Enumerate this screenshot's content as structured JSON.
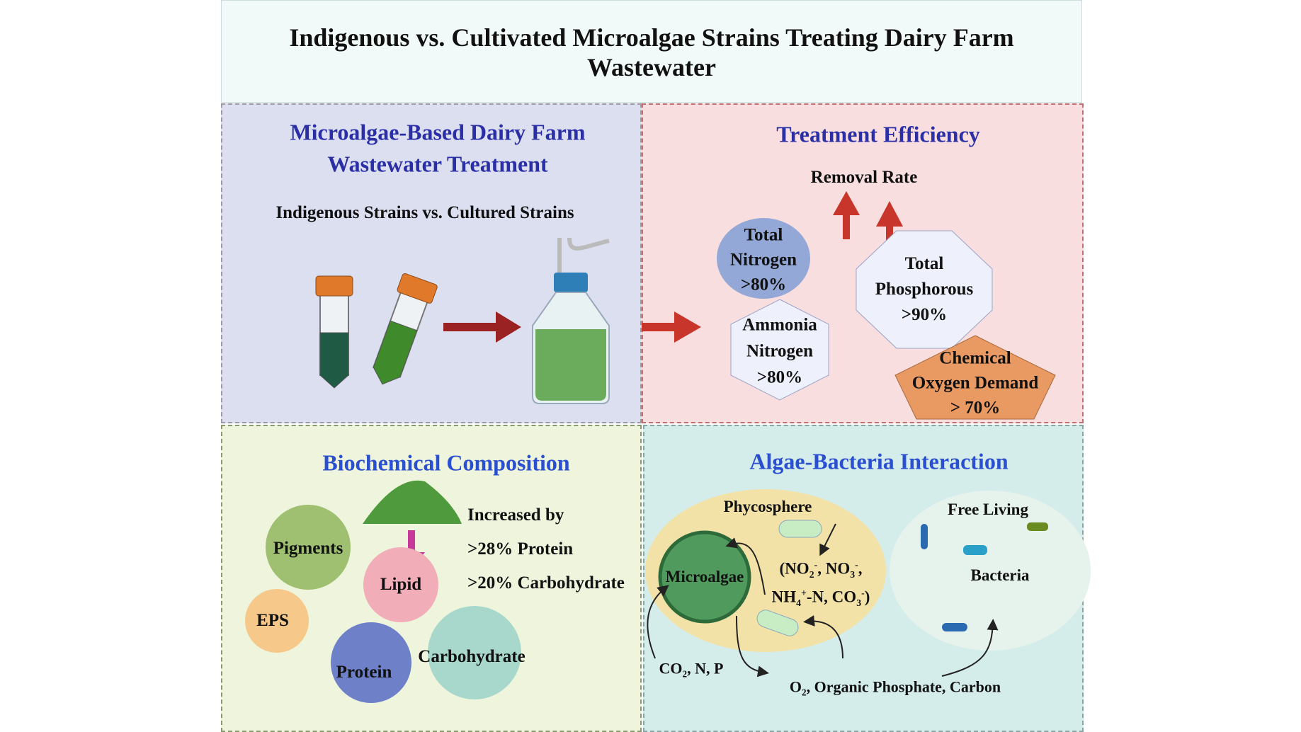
{
  "title": {
    "line1": "Indigenous vs. Cultivated Microalgae Strains Treating Dairy Farm",
    "line2": "Wastewater"
  },
  "colors": {
    "title_bg": "#f1faf8",
    "treatment_bg": "#dcdff0",
    "efficiency_bg": "#f8dede",
    "biochem_bg": "#eef5dc",
    "interaction_bg": "#d4ecea",
    "heading_blue": "#2a2fa6",
    "heading_blue2": "#2a4fd0",
    "red_arrow": "#c8352b"
  },
  "treatment": {
    "heading_line1": "Microalgae-Based  Dairy Farm",
    "heading_line2": "Wastewater Treatment",
    "subtitle": "Indigenous  Strains vs. Cultured Strains"
  },
  "efficiency": {
    "heading": "Treatment Efficiency",
    "removal_rate": "Removal Rate",
    "total_nitrogen": [
      "Total",
      "Nitrogen",
      ">80%"
    ],
    "ammonia_nitrogen": [
      "Ammonia",
      "Nitrogen",
      ">80%"
    ],
    "total_phosphorous": [
      "Total",
      "Phosphorous",
      ">90%"
    ],
    "cod": [
      "Chemical",
      "Oxygen Demand",
      "> 70%"
    ]
  },
  "biochem": {
    "heading": "Biochemical Composition",
    "increased_by": "Increased by",
    "protein_increase": ">28% Protein",
    "carb_increase": ">20% Carbohydrate",
    "components": {
      "pigments": "Pigments",
      "eps": "EPS",
      "lipid": "Lipid",
      "protein": "Protein",
      "carbohydrate": "Carbohydrate"
    }
  },
  "interaction": {
    "heading": "Algae-Bacteria Interaction",
    "phycosphere": "Phycosphere",
    "microalgae": "Microalgae",
    "free_living": "Free Living",
    "bacteria": "Bacteria",
    "species": {
      "a": "(NO",
      "a_sub": "2",
      "a_sup": "-",
      "b": ", NO",
      "b_sub": "3",
      "b_sup": "-",
      "c": ",",
      "d": "NH",
      "d_sub": "4",
      "d_sup": "+",
      "e": "-N, CO",
      "e_sub": "3",
      "e_sup": "-",
      "f": ")"
    },
    "inputs": {
      "a": "CO",
      "a_sub": "2",
      "b": ", N, P"
    },
    "outputs": {
      "a": "O",
      "a_sub": "2",
      "b": ", Organic Phosphate, Carbon"
    }
  }
}
